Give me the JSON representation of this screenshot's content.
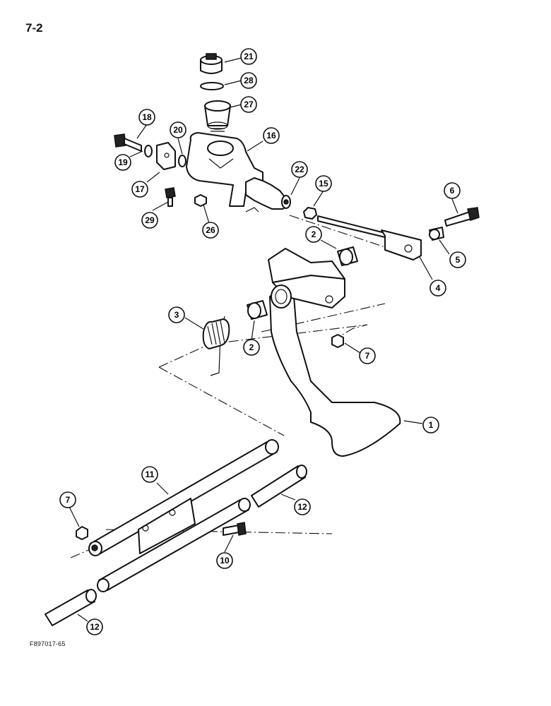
{
  "page": {
    "number": "7-2",
    "figure_code": "F897017-65"
  },
  "callouts": [
    {
      "id": "c21",
      "label": "21"
    },
    {
      "id": "c28",
      "label": "28"
    },
    {
      "id": "c27",
      "label": "27"
    },
    {
      "id": "c18",
      "label": "18"
    },
    {
      "id": "c20",
      "label": "20"
    },
    {
      "id": "c16",
      "label": "16"
    },
    {
      "id": "c19",
      "label": "19"
    },
    {
      "id": "c17",
      "label": "17"
    },
    {
      "id": "c22",
      "label": "22"
    },
    {
      "id": "c15",
      "label": "15"
    },
    {
      "id": "c6",
      "label": "6"
    },
    {
      "id": "c29",
      "label": "29"
    },
    {
      "id": "c26",
      "label": "26"
    },
    {
      "id": "c2a",
      "label": "2"
    },
    {
      "id": "c5",
      "label": "5"
    },
    {
      "id": "c4",
      "label": "4"
    },
    {
      "id": "c3",
      "label": "3"
    },
    {
      "id": "c2b",
      "label": "2"
    },
    {
      "id": "c7a",
      "label": "7"
    },
    {
      "id": "c1",
      "label": "1"
    },
    {
      "id": "c11",
      "label": "11"
    },
    {
      "id": "c7b",
      "label": "7"
    },
    {
      "id": "c12a",
      "label": "12"
    },
    {
      "id": "c10",
      "label": "10"
    },
    {
      "id": "c12b",
      "label": "12"
    }
  ]
}
